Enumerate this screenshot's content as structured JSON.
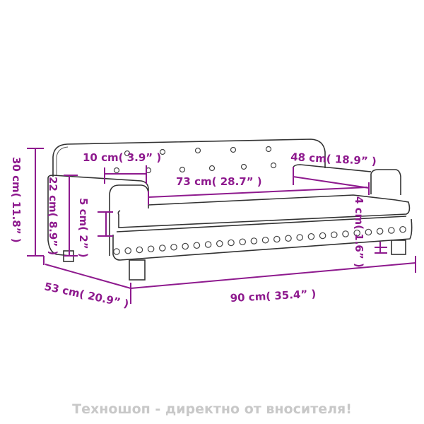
{
  "dimensions": {
    "total_height": "30 cm( 11.8” )",
    "arm_height": "22 cm( 8.9” )",
    "cushion_thickness": "5 cm( 2” )",
    "arm_width": "10 cm( 3.9” )",
    "seat_width": "73 cm( 28.7” )",
    "seat_depth": "48 cm( 18.9” )",
    "leg_height": "4 cm( 1.6” )",
    "depth": "53 cm( 20.9” )",
    "width": "90 cm( 35.4” )"
  },
  "footer": "Техношоп - директно от вносителя!",
  "colors": {
    "dimension": "#8e1a8e",
    "outline": "#333333",
    "footer": "#c8c8c8"
  }
}
